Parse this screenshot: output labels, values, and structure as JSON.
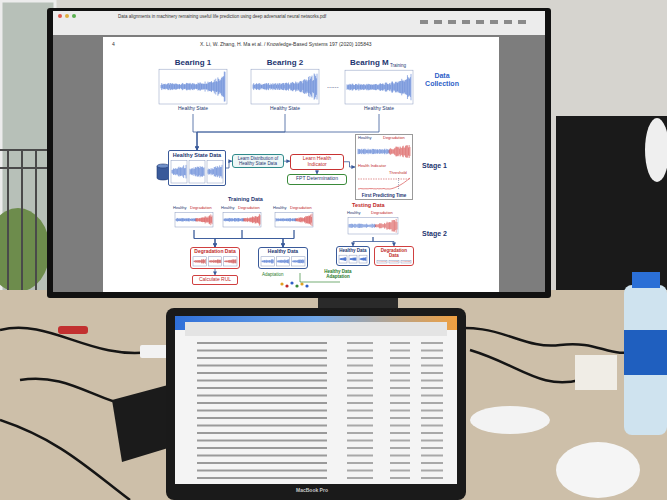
{
  "diagram": {
    "nodes": [
      {
        "text": [
          "Bearing 1",
          "Healthy State"
        ]
      },
      {
        "text": [
          "Bearing 2",
          "Healthy State"
        ]
      },
      {
        "text": [
          "Bearing M",
          "Training",
          "Healthy State"
        ]
      },
      {
        "text": [
          "Healthy State Data"
        ]
      },
      {
        "text": [
          "Learn Distribution of Healthy State Data"
        ]
      },
      {
        "text": [
          "Learn Health Indicator"
        ]
      },
      {
        "text": [
          "FPT Determination"
        ]
      },
      {
        "text": [
          "Healthy",
          "Degradation",
          "Health Indicator",
          "Threshold",
          "First Predicting Time"
        ]
      },
      {
        "text": [
          "Healthy",
          "Degradation"
        ]
      },
      {
        "text": [
          "Healthy",
          "Degradation"
        ]
      },
      {
        "text": [
          "Healthy",
          "Degradation"
        ]
      },
      {
        "text": [
          "Healthy",
          "Degradation"
        ]
      },
      {
        "text": [
          "Degradation Data"
        ]
      },
      {
        "text": [
          "Healthy Data"
        ]
      },
      {
        "text": [
          "Healthy Data"
        ]
      },
      {
        "text": [
          "Degradation Data"
        ]
      },
      {
        "text": [
          "Calculate RUL"
        ]
      }
    ],
    "edges": [
      {
        "from": 0,
        "to": 3,
        "arrow": "to"
      },
      {
        "from": 1,
        "to": 3,
        "arrow": "to"
      },
      {
        "from": 2,
        "to": 3,
        "arrow": "to"
      },
      {
        "from": 3,
        "to": 4,
        "arrow": "to"
      },
      {
        "from": 4,
        "to": 5,
        "arrow": "to"
      },
      {
        "from": 5,
        "to": 6,
        "arrow": "to"
      },
      {
        "from": 5,
        "to": 7,
        "arrow": "to"
      },
      {
        "from": 8,
        "to": 12,
        "arrow": "to"
      },
      {
        "from": 8,
        "to": 13,
        "arrow": "to"
      },
      {
        "from": 9,
        "to": 12,
        "arrow": "to"
      },
      {
        "from": 9,
        "to": 13,
        "arrow": "to"
      },
      {
        "from": 10,
        "to": 12,
        "arrow": "to"
      },
      {
        "from": 10,
        "to": 13,
        "arrow": "to"
      },
      {
        "from": 11,
        "to": 14,
        "arrow": "to"
      },
      {
        "from": 11,
        "to": 15,
        "arrow": "to"
      },
      {
        "from": 12,
        "to": 16,
        "arrow": "to"
      }
    ],
    "labels": [
      "Data alignments in machinery remaining useful life prediction using deep adversarial neural networks.pdf",
      "4",
      "X. Li, W. Zhang, H. Ma et al. / Knowledge-Based Systems 197 (2020) 105843",
      "......",
      "Data Collection",
      "Stage 1",
      "Training Data",
      "Testing Data",
      "Stage 2",
      "Adaptation",
      "Healthy Data Adaptation",
      "MacBook Pro"
    ]
  }
}
